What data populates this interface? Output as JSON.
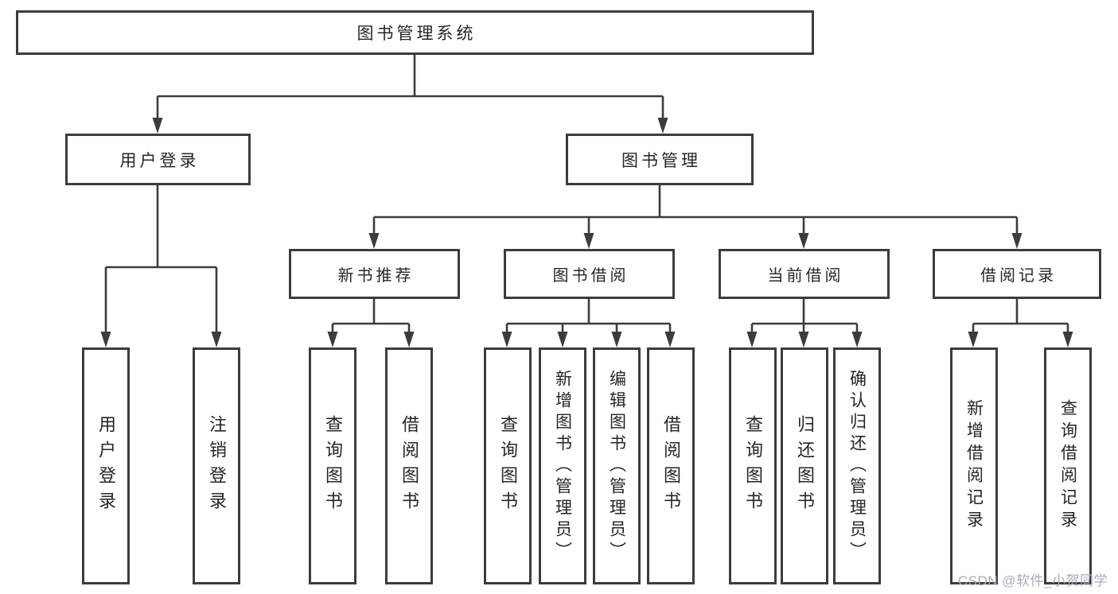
{
  "diagram_title": "图书管理系统",
  "nodes": {
    "root": "图书管理系统",
    "user_login_group": "用户登录",
    "book_mgmt": "图书管理",
    "new_book_rec": "新书推荐",
    "book_borrow": "图书借阅",
    "current_borrow": "当前借阅",
    "borrow_record": "借阅记录",
    "user_login": "用户登录",
    "logout": "注销登录",
    "rec_query_book": "查询图书",
    "rec_borrow_book": "借阅图书",
    "bor_query_book": "查询图书",
    "bor_add_book": "新增图书（管理员）",
    "bor_edit_book": "编辑图书（管理员）",
    "bor_borrow_book": "借阅图书",
    "cur_query_book": "查询图书",
    "cur_return_book": "归还图书",
    "cur_confirm_return": "确认归还（管理员）",
    "br_add_record": "新增借阅记录",
    "br_query_record": "查询借阅记录"
  },
  "watermark": "CSDN @软件_小贺同学",
  "colors": {
    "line": "#3c3c3c",
    "box_border": "#3c3c3c",
    "text": "#262626",
    "background": "#ffffff",
    "watermark": "#a6acba"
  }
}
